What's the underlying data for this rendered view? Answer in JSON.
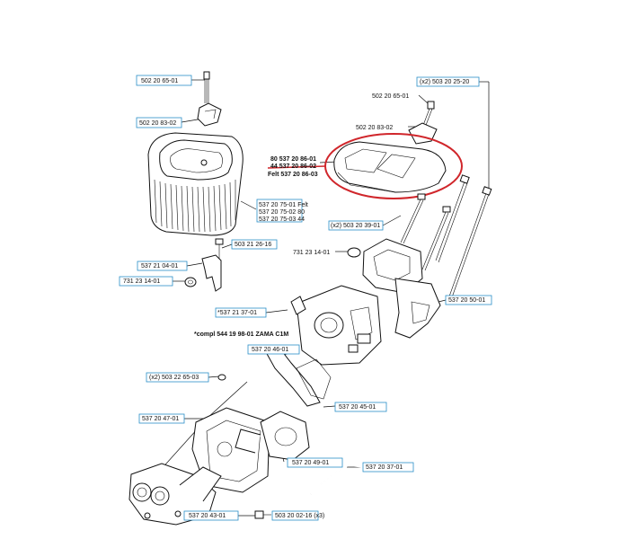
{
  "labels": {
    "l1": "502 20 65-01",
    "l2": "502 20 83-02",
    "l3": "80 537 20 86-01",
    "l4": "44 537 20 86-02",
    "l5": "Felt 537 20 86-03",
    "l6": "537 20 75-01 Felt",
    "l7": "537 20 75-02 80",
    "l8": "537 20 75-03 44",
    "l9": "503 21 26-16",
    "l10": "537 21 04-01",
    "l11": "731 23 14-01",
    "l12": "(x2) 503 20 25-20",
    "l13": "502 20 65-01",
    "l14": "502 20 83-02",
    "l15": "(x2) 503 20 39-01",
    "l16": "731 23 14-01",
    "l17": "537 20 50-01",
    "l18": "*537 21 37-01",
    "l19": "*compl 544 19 98-01 ZAMA C1M",
    "l20": "537 20 46-01",
    "l21": "(x2) 503 22 65-03",
    "l22": "537 20 45-01",
    "l23": "537 20 47-01",
    "l24": "537 20 49-01",
    "l25": "537 20 37-01",
    "l26": "537 20 43-01",
    "l27": "503 20 02-16 (x3)"
  },
  "colors": {
    "label_box": "#2a8fc8",
    "highlight": "#d0262b",
    "line": "#111111"
  }
}
